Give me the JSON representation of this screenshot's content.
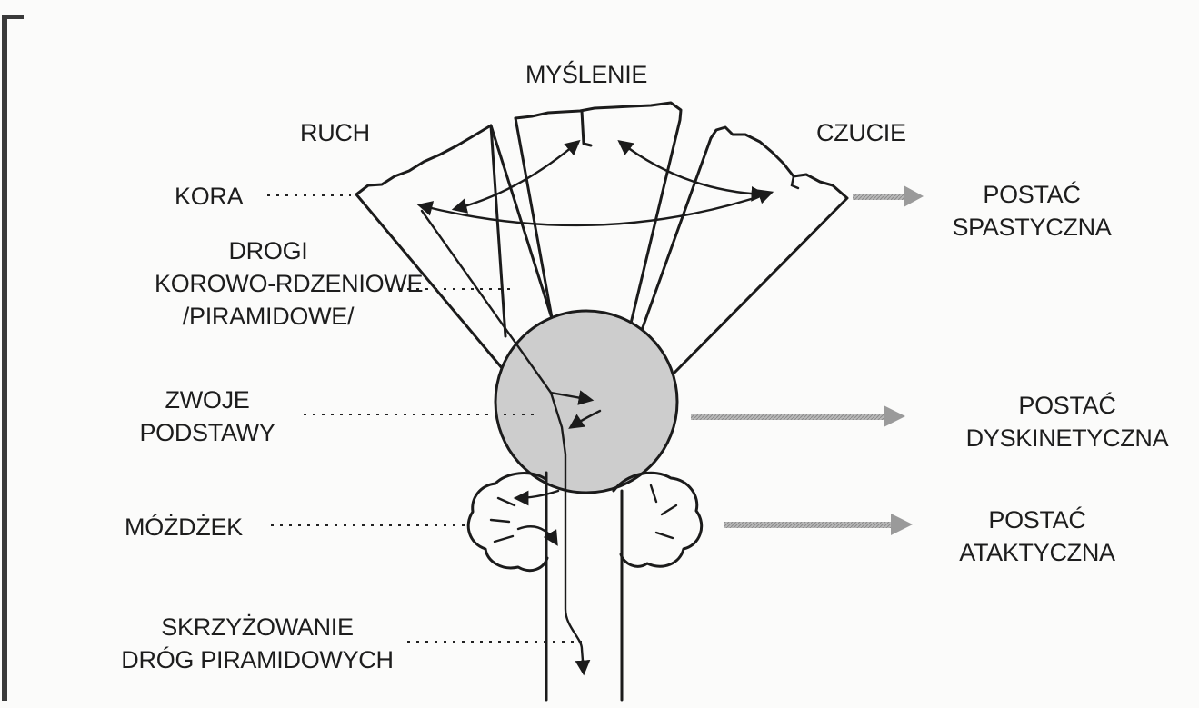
{
  "labels": {
    "thinking": "MYŚLENIE",
    "movement": "RUCH",
    "sensation": "CZUCIE",
    "cortex": "KORA",
    "tracts_1": "DROGI",
    "tracts_2": "KOROWO-RDZENIOWE",
    "tracts_3": "/PIRAMIDOWE/",
    "ganglia_1": "ZWOJE",
    "ganglia_2": "PODSTAWY",
    "cerebellum": "MÓŻDŻEK",
    "decussation_1": "SKRZYŻOWANIE",
    "decussation_2": "DRÓG PIRAMIDOWYCH"
  },
  "outcomes": [
    {
      "line1": "POSTAĆ",
      "line2": "SPASTYCZNA"
    },
    {
      "line1": "POSTAĆ",
      "line2": "DYSKINETYCZNA"
    },
    {
      "line1": "POSTAĆ",
      "line2": "ATAKTYCZNA"
    }
  ],
  "colors": {
    "ink": "#1b1b1b",
    "ganglia_fill": "#cfcfcf",
    "outcome_arrow": "#9a9a9a",
    "background": "#fbfbfa"
  }
}
